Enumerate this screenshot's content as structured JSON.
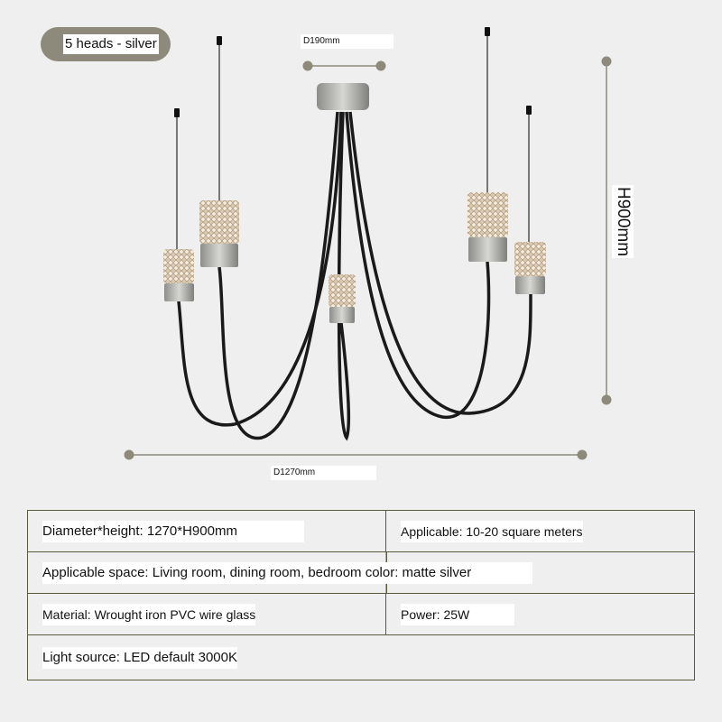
{
  "variant_label": "5 heads - silver",
  "dimensions": {
    "canopy_diameter": "D190mm",
    "overall_diameter": "D1270mm",
    "height": "H900mm"
  },
  "colors": {
    "pill": "#8e8a7b",
    "border": "#5b5a3c",
    "dimension_line": "#8e8a7b"
  },
  "specs": {
    "diameter_height": "Diameter*height:  1270*H900mm",
    "applicable_area": "Applicable: 10-20 square meters",
    "applicable_space": "Applicable space: Living room, dining room, bedroom color: matte silver",
    "material": "Material: Wrought iron   PVC wire   glass",
    "power": "Power: 25W",
    "light_source": "Light source: LED default 3000K"
  }
}
